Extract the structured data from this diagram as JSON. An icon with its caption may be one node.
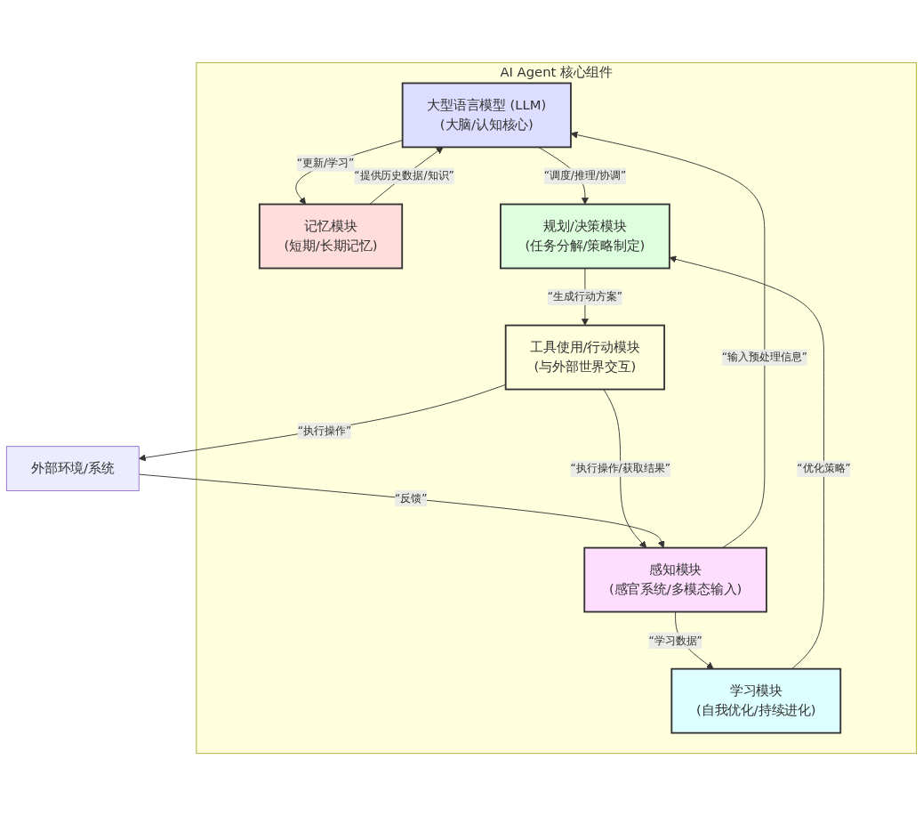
{
  "diagram": {
    "nodes": [
      {
        "text": [
          "AI Agent 核心组件"
        ]
      },
      {
        "text": [
          "大型语言模型 (LLM)",
          "(大脑/认知核心)"
        ],
        "in": 0
      },
      {
        "text": [
          "记忆模块",
          "(短期/长期记忆)"
        ],
        "in": 0
      },
      {
        "text": [
          "规划/决策模块",
          "(任务分解/策略制定)"
        ],
        "in": 0
      },
      {
        "text": [
          "工具使用/行动模块",
          "(与外部世界交互)"
        ],
        "in": 0
      },
      {
        "text": [
          "外部环境/系统"
        ]
      },
      {
        "text": [
          "感知模块",
          "(感官系统/多模态输入)"
        ],
        "in": 0
      },
      {
        "text": [
          "学习模块",
          "(自我优化/持续进化)"
        ],
        "in": 0
      }
    ],
    "edges": [
      {
        "from": 1,
        "to": 2,
        "arrow": "to",
        "label": "“更新/学习”"
      },
      {
        "from": 2,
        "to": 1,
        "arrow": "to",
        "label": "“提供历史数据/知识”"
      },
      {
        "from": 1,
        "to": 3,
        "arrow": "to",
        "label": "“调度/推理/协调”"
      },
      {
        "from": 3,
        "to": 4,
        "arrow": "to",
        "label": "“生成行动方案”"
      },
      {
        "from": 4,
        "to": 5,
        "arrow": "to",
        "label": "“执行操作”"
      },
      {
        "from": 4,
        "to": 6,
        "arrow": "to",
        "label": "“执行操作/获取结果”"
      },
      {
        "from": 5,
        "to": 6,
        "arrow": "to",
        "label": "“反馈”"
      },
      {
        "from": 6,
        "to": 1,
        "arrow": "to",
        "label": "“输入预处理信息”"
      },
      {
        "from": 6,
        "to": 7,
        "arrow": "to",
        "label": "“学习数据”"
      },
      {
        "from": 7,
        "to": 3,
        "arrow": "to",
        "label": "“优化策略”"
      }
    ]
  }
}
